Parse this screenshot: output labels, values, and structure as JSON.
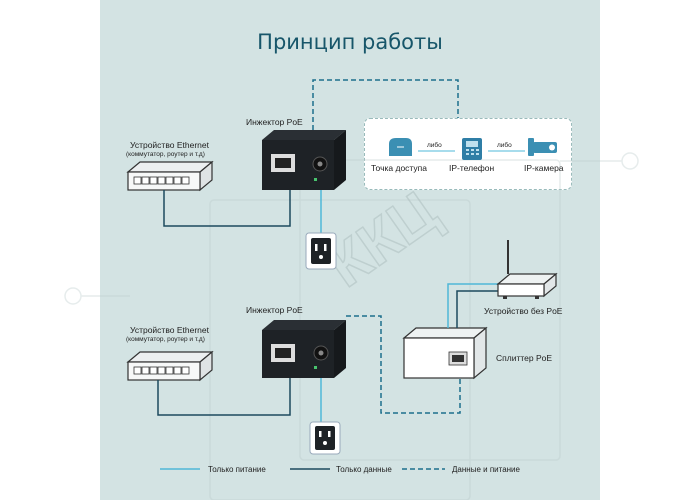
{
  "title": "Принцип работы",
  "top": {
    "ethernet_device": "Устройство Ethernet",
    "ethernet_sub": "(коммутатор, роутер и т.д)",
    "injector": "Инжектор PoE",
    "ap_label": "Точка доступа",
    "phone_label": "IP-телефон",
    "camera_label": "IP-камера",
    "or1": "либо",
    "or2": "либо"
  },
  "bottom": {
    "ethernet_device": "Устройство Ethernet",
    "ethernet_sub": "(коммутатор, роутер и т.д)",
    "injector": "Инжектор PoE",
    "no_poe_device": "Устройство без PoE",
    "splitter": "Сплиттер PoE"
  },
  "legend": [
    {
      "label": "Только питание",
      "style": "power"
    },
    {
      "label": "Только данные",
      "style": "data"
    },
    {
      "label": "Данные и питание",
      "style": "both"
    }
  ],
  "watermark": "ККЦ",
  "colors": {
    "background_panel": "#d3e3e3",
    "title": "#17566a",
    "power_line": "#4fb8d8",
    "data_line": "#1c4a5e",
    "both_line": "#1c6f8c",
    "device_dark": "#1e2226"
  }
}
